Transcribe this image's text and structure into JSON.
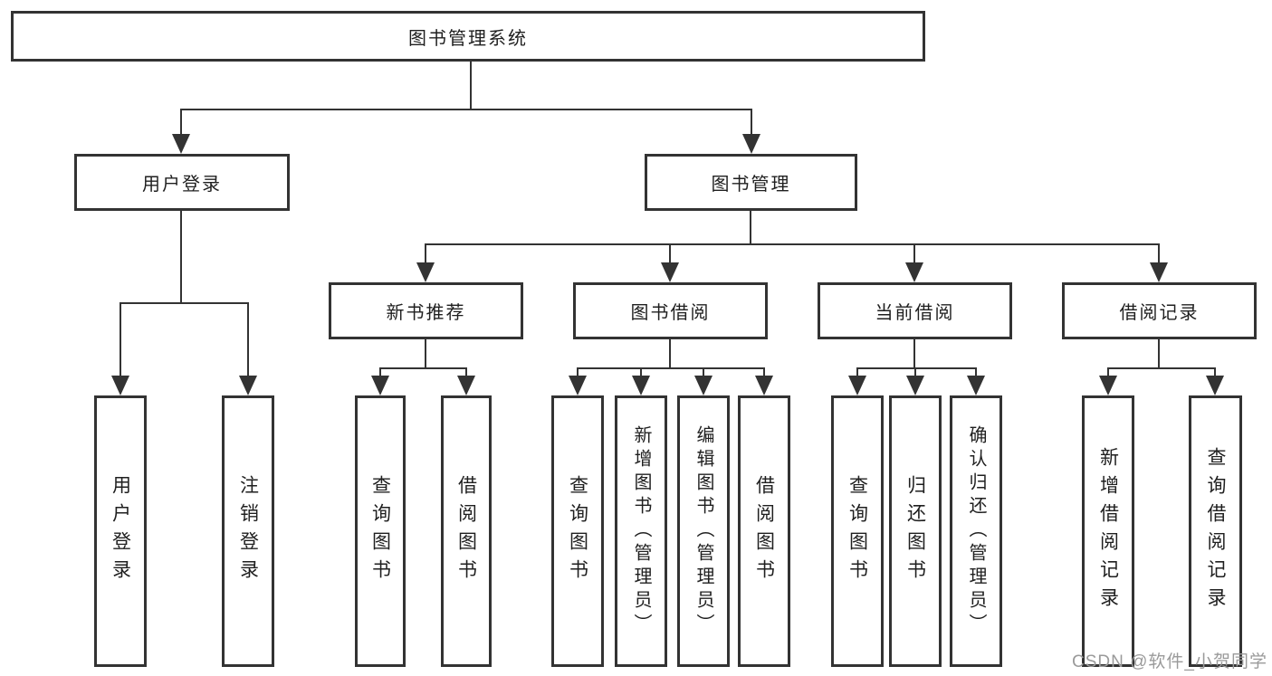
{
  "chart": {
    "root": "图书管理系统",
    "level2": {
      "user_login": "用户登录",
      "book_mgmt": "图书管理"
    },
    "level3": {
      "new_books": "新书推荐",
      "borrowing": "图书借阅",
      "current": "当前借阅",
      "records": "借阅记录"
    },
    "leaves": {
      "user_login": [
        "用户登录",
        "注销登录"
      ],
      "new_books": [
        "查询图书",
        "借阅图书"
      ],
      "borrowing": [
        "查询图书",
        "新增图书（管理员）",
        "编辑图书（管理员）",
        "借阅图书"
      ],
      "current": [
        "查询图书",
        "归还图书",
        "确认归还（管理员）"
      ],
      "records": [
        "新增借阅记录",
        "查询借阅记录"
      ]
    }
  },
  "watermark": {
    "text": "CSDN @软件_小贺同学",
    "color": "#9a9a9a"
  },
  "colors": {
    "line": "#333333",
    "text": "#1f1f1f",
    "background": "#ffffff"
  }
}
